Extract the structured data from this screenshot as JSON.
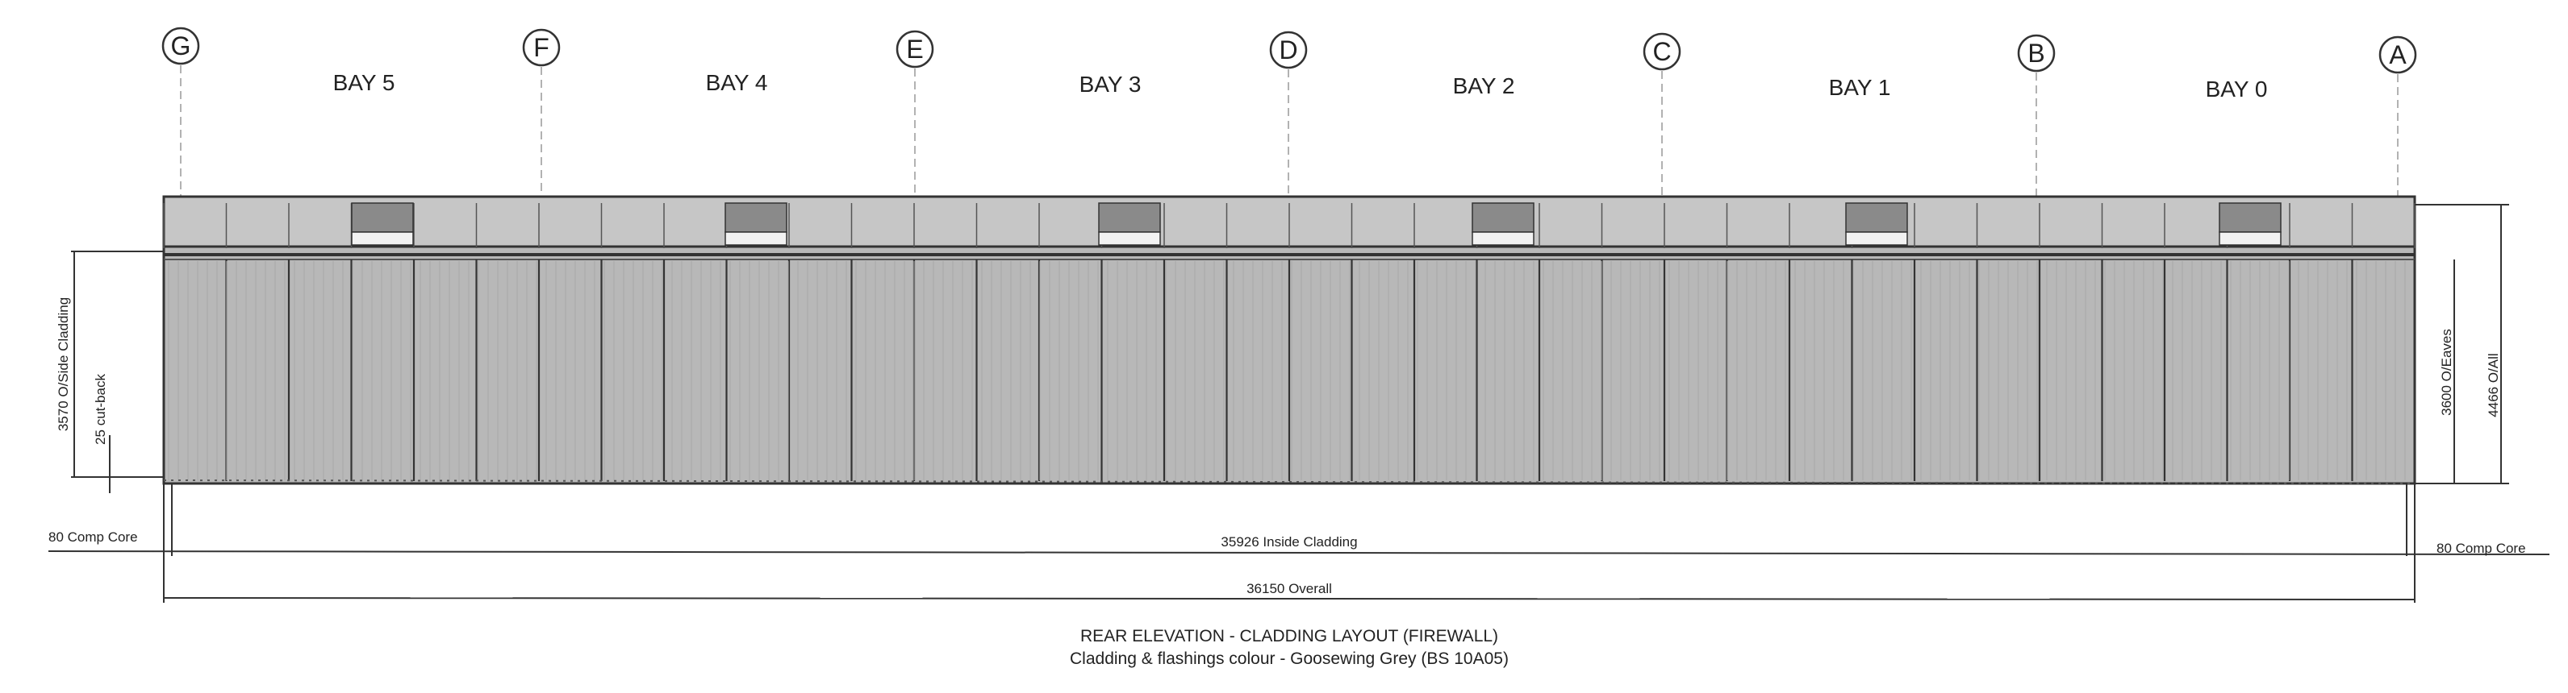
{
  "grid_lines": [
    "G",
    "F",
    "E",
    "D",
    "C",
    "B",
    "A"
  ],
  "bays": [
    "BAY 5",
    "BAY 4",
    "BAY 3",
    "BAY 2",
    "BAY 1",
    "BAY 0"
  ],
  "dimensions": {
    "left_side_cladding": "3570 O/Side Cladding",
    "left_cut_back": "25 cut-back",
    "left_comp_core": "80 Comp Core",
    "right_comp_core": "80 Comp Core",
    "inside_cladding": "35926 Inside Cladding",
    "overall": "36150 Overall",
    "eaves": "3600 O/Eaves",
    "overall_height": "4466 O/All"
  },
  "title": {
    "line1": "REAR ELEVATION - CLADDING LAYOUT (FIREWALL)",
    "line2": "Cladding & flashings colour - Goosewing Grey (BS 10A05)"
  },
  "colors": {
    "cladding": "#b4b4b4",
    "cladding_dark": "#8a8a8a",
    "line": "#333333"
  }
}
